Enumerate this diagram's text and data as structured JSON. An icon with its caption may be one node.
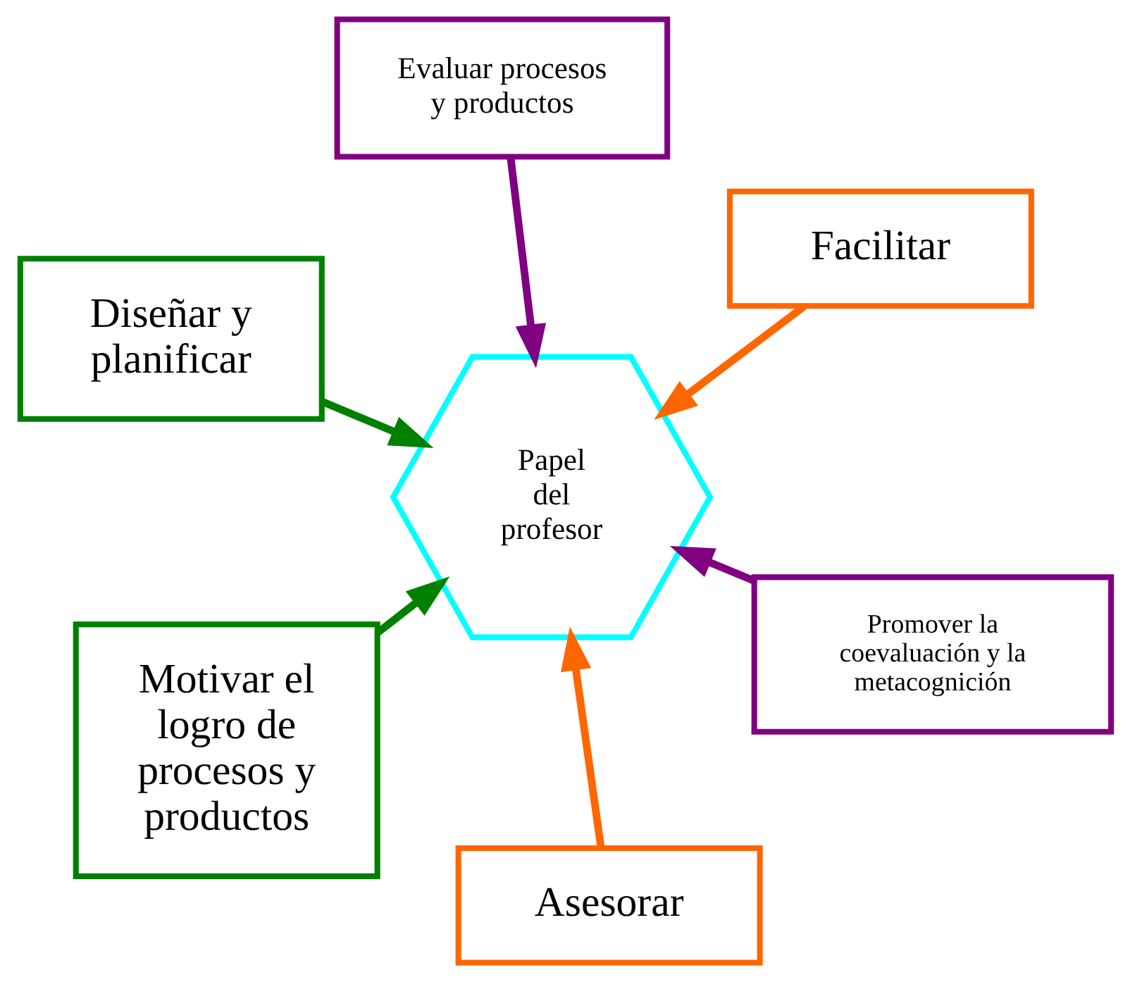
{
  "diagram": {
    "nodes": [
      {
        "text": [
          "Diseñar y planificar"
        ]
      },
      {
        "text": [
          "Promover la coevaluación y la metacognición"
        ]
      },
      {
        "text": [
          "Asesorar"
        ]
      },
      {
        "text": [
          "Papel del profesor"
        ]
      },
      {
        "text": [
          "Facilitar"
        ]
      },
      {
        "text": [
          "Evaluar procesos y productos"
        ]
      },
      {
        "text": [
          "Motivar el logro de procesos y productos"
        ]
      }
    ],
    "edges": [
      {
        "from": 0,
        "to": 3,
        "arrow": "to",
        "color": "#008000"
      },
      {
        "from": 1,
        "to": 3,
        "arrow": "to",
        "color": "#800080"
      },
      {
        "from": 2,
        "to": 3,
        "arrow": "to",
        "color": "#ff6600"
      },
      {
        "from": 4,
        "to": 3,
        "arrow": "to",
        "color": "#ff6600"
      },
      {
        "from": 5,
        "to": 3,
        "arrow": "to",
        "color": "#800080"
      },
      {
        "from": 6,
        "to": 3,
        "arrow": "to",
        "color": "#008000"
      }
    ]
  }
}
